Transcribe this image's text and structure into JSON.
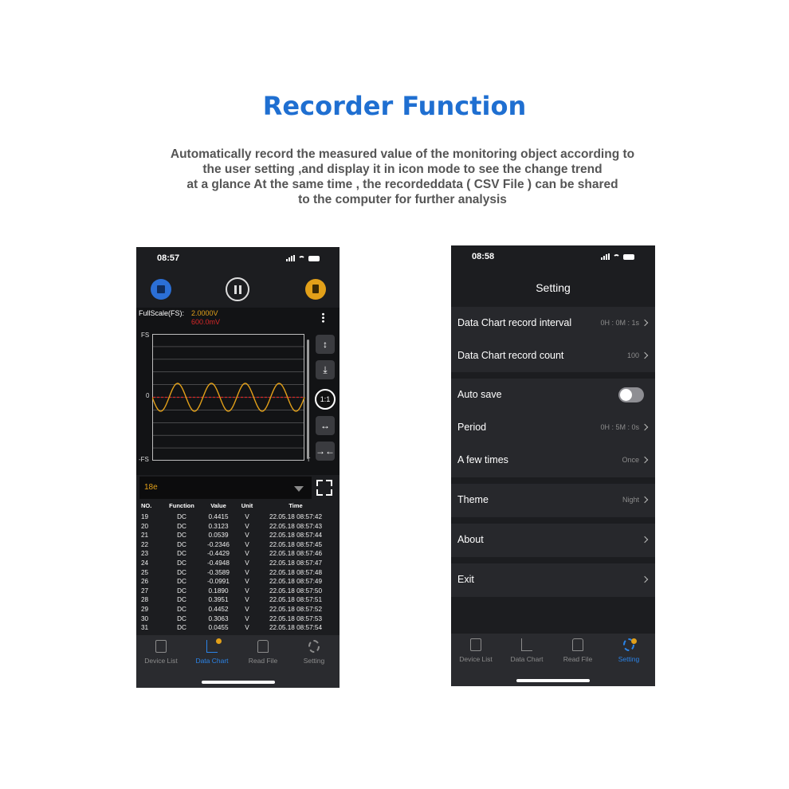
{
  "headline": "Recorder Function",
  "description": [
    "Automatically record the measured value of the monitoring object according to",
    "the user setting ,and display it in icon mode to see the change trend",
    "at a glance At the same time , the recordeddata ( CSV File ) can be shared",
    "to the computer for further analysis"
  ],
  "phone1": {
    "time": "08:57",
    "fullscale_label": "FullScale(FS):",
    "fullscale_value": "2.0000V",
    "fullscale_value2": "600.0mV",
    "axis_top": "FS",
    "axis_zero": "0",
    "axis_bottom": "-FS",
    "axis_end": "T",
    "ratio_label": "1:1",
    "select_value": "18e",
    "table_headers": {
      "no": "NO.",
      "function": "Function",
      "value": "Value",
      "unit": "Unit",
      "time": "Time"
    },
    "rows": [
      {
        "no": "19",
        "fn": "DC",
        "val": "0.4415",
        "unit": "V",
        "time": "22.05.18 08:57:42"
      },
      {
        "no": "20",
        "fn": "DC",
        "val": "0.3123",
        "unit": "V",
        "time": "22.05.18 08:57:43"
      },
      {
        "no": "21",
        "fn": "DC",
        "val": "0.0539",
        "unit": "V",
        "time": "22.05.18 08:57:44"
      },
      {
        "no": "22",
        "fn": "DC",
        "val": "-0.2346",
        "unit": "V",
        "time": "22.05.18 08:57:45"
      },
      {
        "no": "23",
        "fn": "DC",
        "val": "-0.4429",
        "unit": "V",
        "time": "22.05.18 08:57:46"
      },
      {
        "no": "24",
        "fn": "DC",
        "val": "-0.4948",
        "unit": "V",
        "time": "22.05.18 08:57:47"
      },
      {
        "no": "25",
        "fn": "DC",
        "val": "-0.3589",
        "unit": "V",
        "time": "22.05.18 08:57:48"
      },
      {
        "no": "26",
        "fn": "DC",
        "val": "-0.0991",
        "unit": "V",
        "time": "22.05.18 08:57:49"
      },
      {
        "no": "27",
        "fn": "DC",
        "val": "0.1890",
        "unit": "V",
        "time": "22.05.18 08:57:50"
      },
      {
        "no": "28",
        "fn": "DC",
        "val": "0.3951",
        "unit": "V",
        "time": "22.05.18 08:57:51"
      },
      {
        "no": "29",
        "fn": "DC",
        "val": "0.4452",
        "unit": "V",
        "time": "22.05.18 08:57:52"
      },
      {
        "no": "30",
        "fn": "DC",
        "val": "0.3063",
        "unit": "V",
        "time": "22.05.18 08:57:53"
      },
      {
        "no": "31",
        "fn": "DC",
        "val": "0.0455",
        "unit": "V",
        "time": "22.05.18 08:57:54"
      }
    ],
    "tabs": [
      "Device List",
      "Data Chart",
      "Read File",
      "Setting"
    ],
    "active_tab": "Data Chart"
  },
  "phone2": {
    "time": "08:58",
    "title": "Setting",
    "rows": {
      "record_interval": {
        "label": "Data Chart record interval",
        "value": "0H : 0M : 1s"
      },
      "record_count": {
        "label": "Data Chart record count",
        "value": "100"
      },
      "auto_save": {
        "label": "Auto save",
        "enabled": false
      },
      "period": {
        "label": "Period",
        "value": "0H : 5M : 0s"
      },
      "few_times": {
        "label": "A few times",
        "value": "Once"
      },
      "theme": {
        "label": "Theme",
        "value": "Night"
      },
      "about": {
        "label": "About"
      },
      "exit": {
        "label": "Exit"
      }
    },
    "tabs": [
      "Device List",
      "Data Chart",
      "Read File",
      "Setting"
    ],
    "active_tab": "Setting"
  },
  "colors": {
    "accent": "#1f6fd1",
    "signal": "#e2a019",
    "reference": "#d62828",
    "active_tab": "#2b84e8"
  },
  "chart_data": {
    "type": "line",
    "y_axis_labels": [
      "FS",
      "0",
      "-FS"
    ],
    "x_axis_label": "T",
    "series": [
      {
        "color": "#e2a019",
        "shape": "sine",
        "cycles": 4.5,
        "amplitude_fraction_of_fs": 0.22
      }
    ],
    "reference_line": {
      "y": 0,
      "color": "#d62828",
      "style": "dashed"
    },
    "grid": true
  }
}
